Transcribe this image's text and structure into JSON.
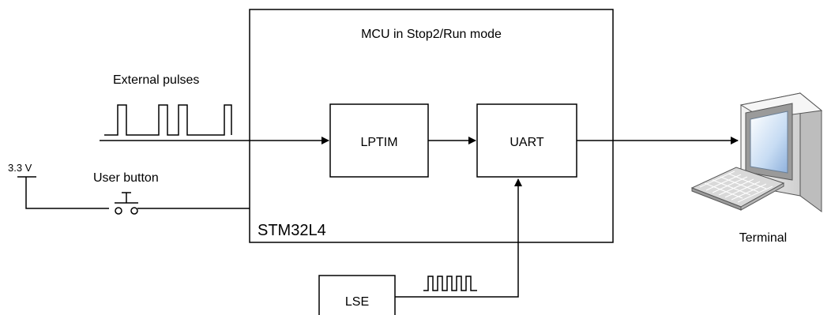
{
  "diagram": {
    "mcu_mode_label": "MCU in Stop2/Run mode",
    "chip_label": "STM32L4",
    "lptim_label": "LPTIM",
    "uart_label": "UART",
    "lse_label": "LSE",
    "external_pulses_label": "External pulses",
    "voltage_label": "3.3 V",
    "user_button_label": "User button",
    "terminal_label": "Terminal"
  },
  "colors": {
    "line": "#000000",
    "monitor_body": "#eeeeee",
    "monitor_screen": "#a9c7e8"
  },
  "icons": [
    "computer-terminal-icon",
    "keyboard-icon",
    "push-button-switch-icon",
    "pulse-waveform-icon",
    "clock-waveform-icon"
  ]
}
